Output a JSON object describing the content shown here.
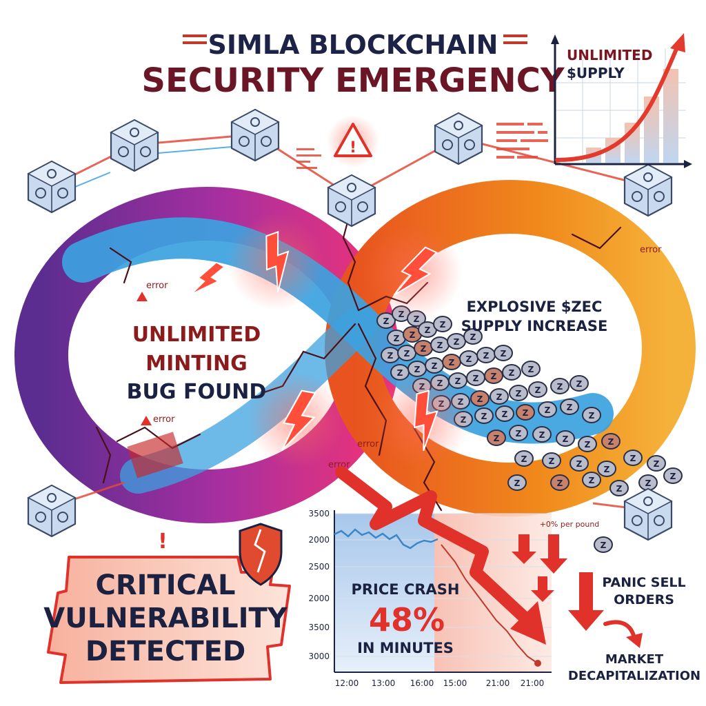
{
  "title": {
    "line1": "SIMLA BLOCKCHAIN",
    "line2": "SECURITY EMERGENCY"
  },
  "supply_chart": {
    "label_line1": "UNLIMITED",
    "label_line2": "$UPPLY"
  },
  "infinity": {
    "left_label": [
      "UNLIMITED",
      "MINTING",
      "BUG FOUND"
    ],
    "right_label": [
      "EXPLOSIVE $ZEC",
      "SUPPLY INCREASE"
    ],
    "errors": [
      "error",
      "error",
      "error",
      "error",
      "error"
    ]
  },
  "critical": {
    "warning_glyph": "!",
    "lines": [
      "CRITICAL",
      "VULNERABILITY",
      "DETECTED"
    ]
  },
  "warning_sign": {
    "glyph": "!"
  },
  "coin": {
    "glyph": "Z"
  },
  "price_chart": {
    "y_ticks": [
      "3500",
      "2000",
      "2500",
      "2000",
      "3500",
      "3000"
    ],
    "x_ticks": [
      "12:00",
      "13:00",
      "16:00",
      "15:00",
      "21:00",
      "21:00"
    ],
    "crash_line1": "PRICE CRASH",
    "crash_line2": "48%",
    "crash_line3": "IN MINUTES",
    "per_pound": "+0% per pound"
  },
  "panic": {
    "line1": "PANIC SELL",
    "line2": "ORDERS"
  },
  "market": {
    "line1": "MARKET",
    "line2": "DECAPITALIZATION"
  },
  "colors": {
    "title_navy": "#1d2347",
    "title_maroon": "#6b1626",
    "alert_red": "#e0312a",
    "dark_red": "#8c1c1c",
    "navy_text": "#1b2140",
    "cube_face": "#c9d9ee",
    "cube_edge": "#3a4a66",
    "coin_fill": "#b9bccb",
    "coin_copper": "#c8826c",
    "chart_blue": "#a6c6ea"
  }
}
